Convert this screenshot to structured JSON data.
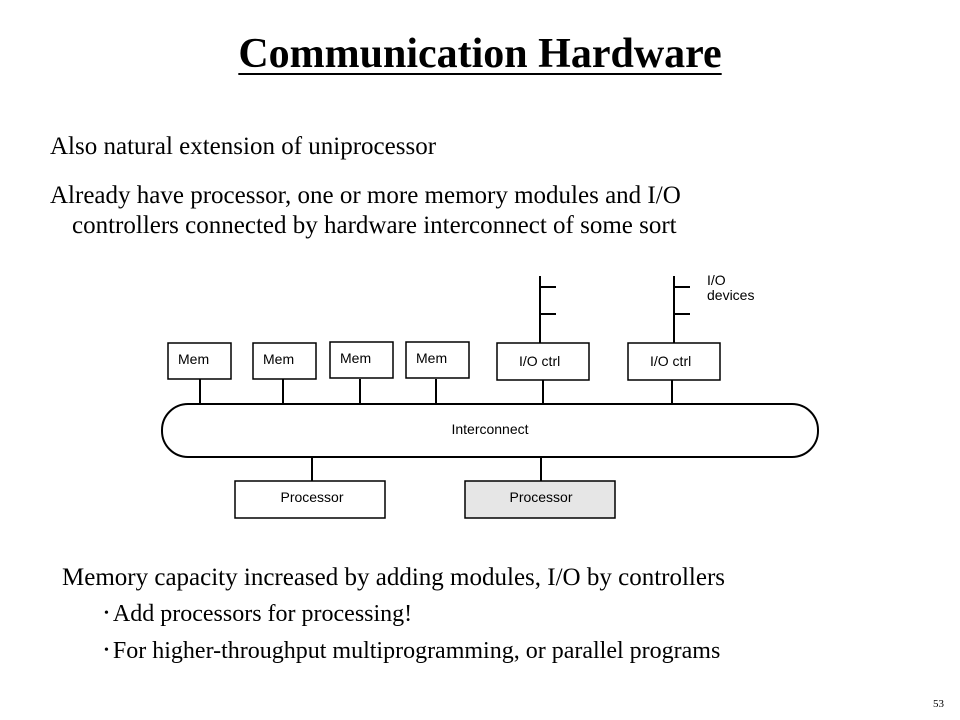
{
  "slide": {
    "title": "Communication Hardware",
    "intro_line_1": "Also natural extension of uniprocessor",
    "intro_line_2a": "Already have processor, one or more memory modules and I/O",
    "intro_line_2b": "controllers connected by hardware interconnect of some sort",
    "summary_line": "Memory capacity increased by adding modules, I/O by controllers",
    "bullets": [
      "Add processors for processing!",
      "For higher-throughput multiprogramming, or parallel programs"
    ],
    "slide_number": "53"
  },
  "diagram": {
    "memory_modules": [
      "Mem",
      "Mem",
      "Mem",
      "Mem"
    ],
    "io_controllers": [
      "I/O ctrl",
      "I/O ctrl"
    ],
    "io_devices_label_line1": "I/O",
    "io_devices_label_line2": "devices",
    "interconnect_label": "Interconnect",
    "processors": [
      "Processor",
      "Processor"
    ],
    "colors": {
      "stroke": "#000000",
      "box_fill": "#ffffff",
      "highlight_fill": "#e6e6e6"
    }
  }
}
